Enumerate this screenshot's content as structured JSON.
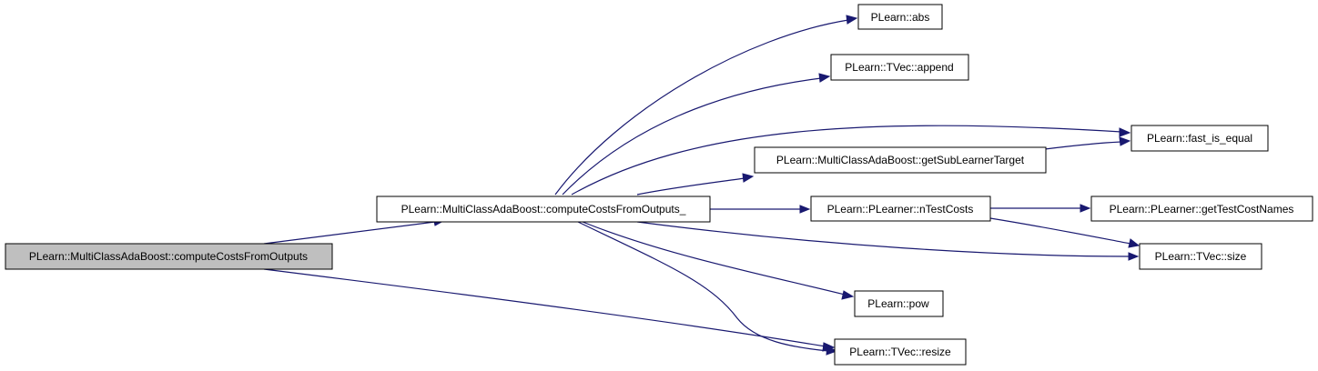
{
  "colors": {
    "edge": "#191970",
    "root_fill": "#bfbfbf",
    "node_fill": "#ffffff",
    "border": "#000000"
  },
  "nodes": {
    "root": "PLearn::MultiClassAdaBoost::computeCostsFromOutputs",
    "compute_": "PLearn::MultiClassAdaBoost::computeCostsFromOutputs_",
    "abs": "PLearn::abs",
    "append": "PLearn::TVec::append",
    "fast_is_equal": "PLearn::fast_is_equal",
    "getSubLearnerTarget": "PLearn::MultiClassAdaBoost::getSubLearnerTarget",
    "nTestCosts": "PLearn::PLearner::nTestCosts",
    "getTestCostNames": "PLearn::PLearner::getTestCostNames",
    "size": "PLearn::TVec::size",
    "pow": "PLearn::pow",
    "resize": "PLearn::TVec::resize"
  },
  "edges": [
    {
      "from": "root",
      "to": "compute_"
    },
    {
      "from": "root",
      "to": "resize"
    },
    {
      "from": "compute_",
      "to": "abs"
    },
    {
      "from": "compute_",
      "to": "append"
    },
    {
      "from": "compute_",
      "to": "fast_is_equal"
    },
    {
      "from": "compute_",
      "to": "getSubLearnerTarget"
    },
    {
      "from": "compute_",
      "to": "nTestCosts"
    },
    {
      "from": "compute_",
      "to": "size"
    },
    {
      "from": "compute_",
      "to": "pow"
    },
    {
      "from": "compute_",
      "to": "resize"
    },
    {
      "from": "getSubLearnerTarget",
      "to": "fast_is_equal"
    },
    {
      "from": "nTestCosts",
      "to": "getTestCostNames"
    },
    {
      "from": "nTestCosts",
      "to": "size"
    }
  ]
}
